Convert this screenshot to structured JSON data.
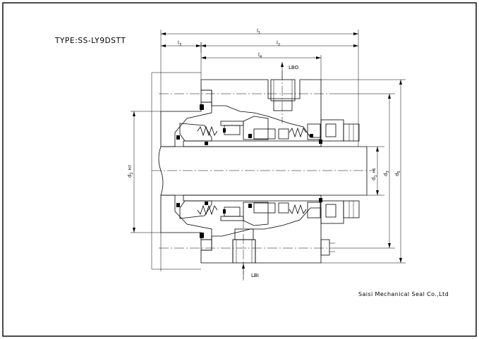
{
  "drawing": {
    "title": "TYPE:SS-LY9DSTT",
    "company": "Saisi Mechanical Seal Co.,Ltd"
  },
  "dimensions": {
    "l1": "l",
    "l1_sub": "1",
    "l2": "l",
    "l2_sub": "2",
    "l3": "l",
    "l3_sub": "3",
    "l4": "l",
    "l4_sub": "4",
    "d2": "d",
    "d2_sub": "2",
    "d2_tol": "H7",
    "d1": "d",
    "d1_sub": "1",
    "d1_tol": "h6",
    "d3": "d",
    "d3_sub": "3",
    "d5": "d",
    "d5_sub": "5"
  },
  "ports": {
    "lbo": "LBO",
    "lbi": "LBI"
  }
}
